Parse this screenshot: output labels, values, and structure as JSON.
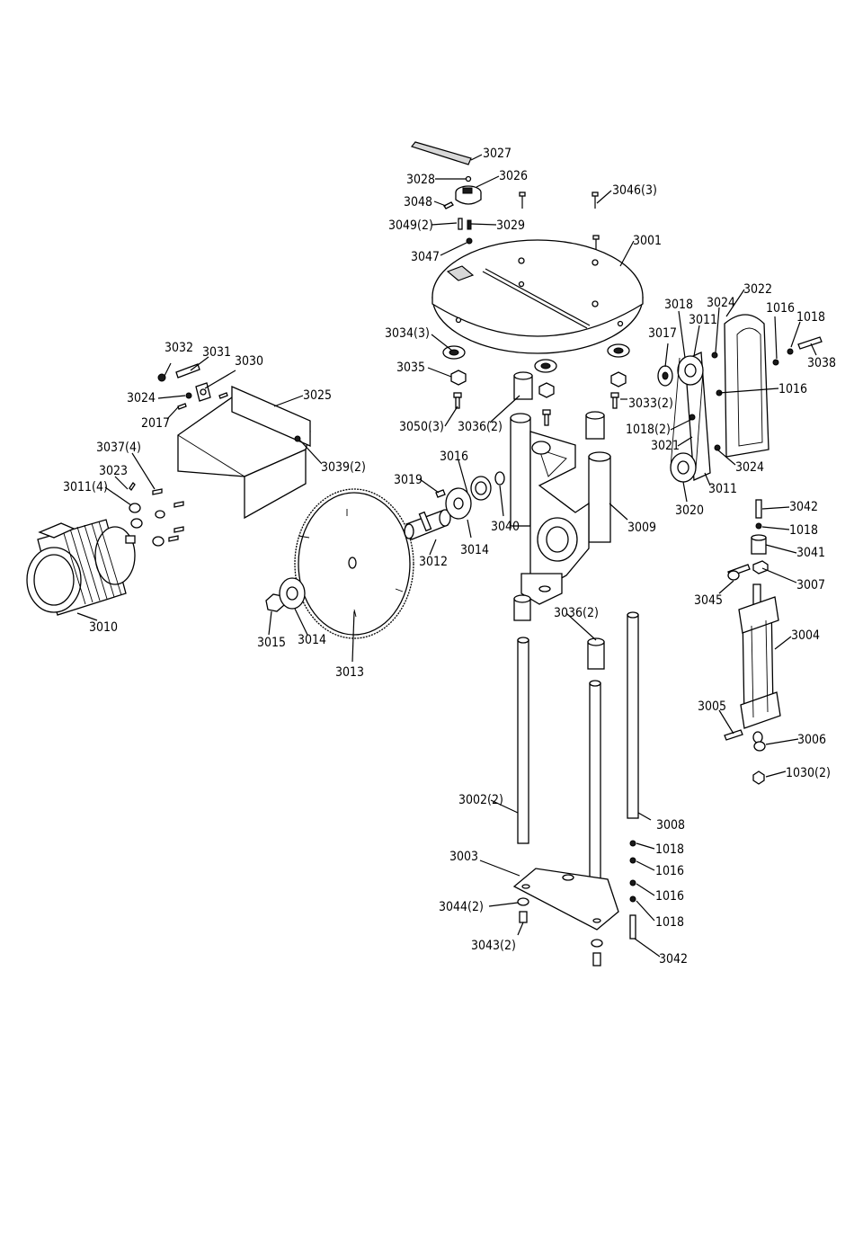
{
  "labels": {
    "p3027": "3027",
    "p3028": "3028",
    "p3026": "3026",
    "p3048": "3048",
    "p3046": "3046(3)",
    "p3049": "3049(2)",
    "p3029": "3029",
    "p3047": "3047",
    "p3001": "3001",
    "p3034": "3034(3)",
    "p3035": "3035",
    "p3050": "3050(3)",
    "p3036a": "3036(2)",
    "p3033": "3033(2)",
    "p3032": "3032",
    "p3031": "3031",
    "p3030": "3030",
    "p3024a": "3024",
    "p2017": "2017",
    "p3025": "3025",
    "p3039": "3039(2)",
    "p3037": "3037(4)",
    "p3023": "3023",
    "p3011a": "3011(4)",
    "p3010": "3010",
    "p3019": "3019",
    "p3016": "3016",
    "p3040": "3040",
    "p3012": "3012",
    "p3014a": "3014",
    "p3009": "3009",
    "p3015": "3015",
    "p3014b": "3014",
    "p3013": "3013",
    "p3018": "3018",
    "p3024b": "3024",
    "p3022": "3022",
    "p3017": "3017",
    "p3011b": "3011",
    "p1016a": "1016",
    "p1018a": "1018",
    "p3038": "3038",
    "p1016b": "1016",
    "p1018b": "1018(2)",
    "p3021": "3021",
    "p3024c": "3024",
    "p3011c": "3011",
    "p3020": "3020",
    "p3042a": "3042",
    "p1018c": "1018",
    "p3041": "3041",
    "p3007": "3007",
    "p3045": "3045",
    "p3004": "3004",
    "p3005": "3005",
    "p3006": "3006",
    "p1030": "1030(2)",
    "p3036b": "3036(2)",
    "p3002": "3002(2)",
    "p3008": "3008",
    "p3003": "3003",
    "p1018d": "1018",
    "p1016c": "1016",
    "p1016d": "1016",
    "p1018e": "1018",
    "p3044": "3044(2)",
    "p3043": "3043(2)",
    "p3042b": "3042"
  }
}
